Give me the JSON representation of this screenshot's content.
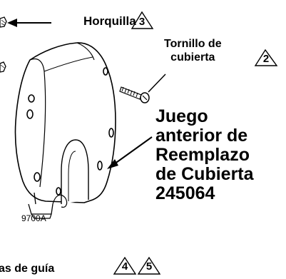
{
  "labels": {
    "fork": "Horquilla",
    "screw_line1": "Tornillo de",
    "screw_line2": "cubierta",
    "kit_lines": [
      "Juego",
      "anterior de",
      "Reemplazo",
      "de Cubierta",
      "245064"
    ],
    "figure_code": "9700A",
    "guide_partial": "as de guía"
  },
  "reference_numbers": {
    "fork": "3",
    "screw": "2",
    "guide_a": "4",
    "guide_b": "5"
  }
}
